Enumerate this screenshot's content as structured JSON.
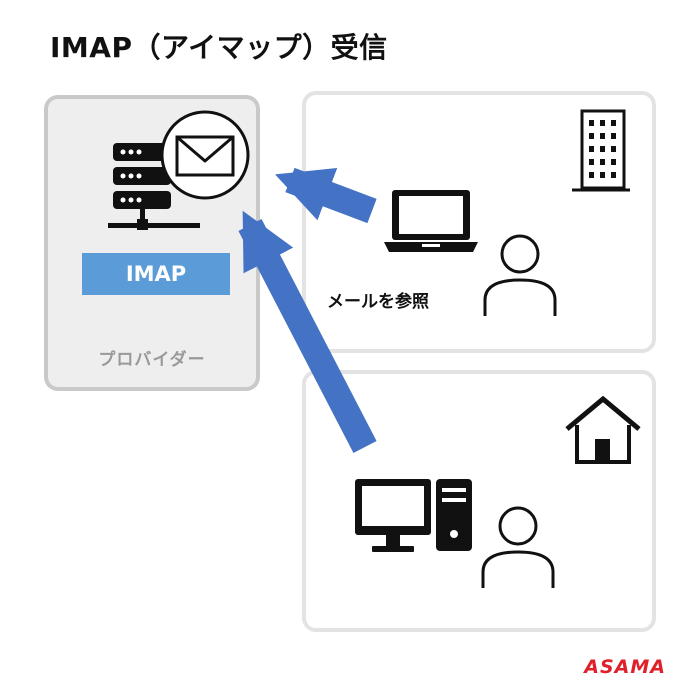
{
  "title": "IMAP（アイマップ）受信",
  "provider": {
    "imap_label": "IMAP",
    "label": "プロバイダー"
  },
  "office": {
    "caption": "メールを参照"
  },
  "logo": "ASAMA",
  "colors": {
    "arrow": "#4472c4",
    "imap_band": "#5b9bd8",
    "provider_panel_bg": "#eeeeee",
    "provider_panel_border": "#c9c9c9",
    "panel_border": "#e3e3e3",
    "logo": "#e0202a"
  },
  "icons": {
    "server": "server-icon",
    "mail": "envelope-icon",
    "office": "office-building-icon",
    "laptop": "laptop-icon",
    "home": "house-icon",
    "desktop": "desktop-computer-icon",
    "person": "person-icon"
  }
}
